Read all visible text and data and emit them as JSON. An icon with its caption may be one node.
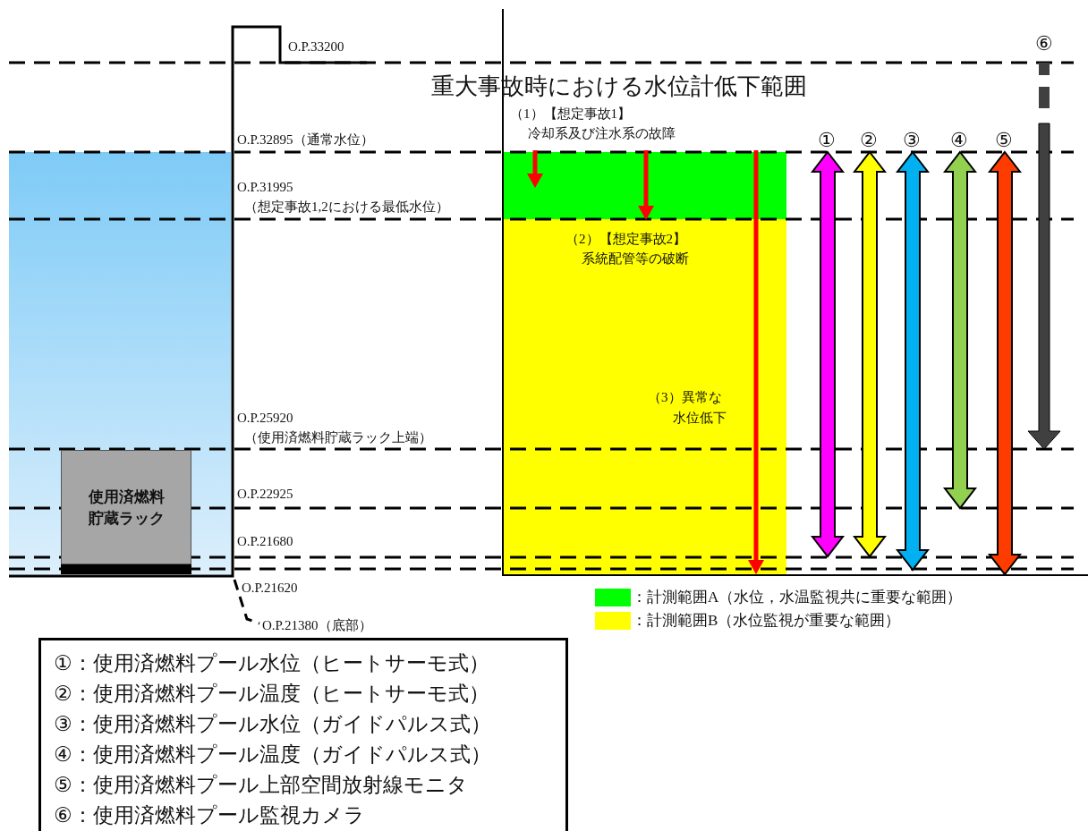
{
  "diagram": {
    "title": "重大事故時における水位計低下範囲",
    "nodes": [
      {
        "text": [
          "使用済燃料貯蔵ラック"
        ]
      },
      {
        "text": [
          "①：使用済燃料プール水位（ヒートサーモ式）",
          "②：使用済燃料プール温度（ヒートサーモ式）",
          "③：使用済燃料プール水位（ガイドパルス式）",
          "④：使用済燃料プール温度（ガイドパルス式）",
          "⑤：使用済燃料プール上部空間放射線モニタ",
          "⑥：使用済燃料プール監視カメラ"
        ]
      }
    ],
    "edges": [],
    "labels": [
      "O.P.33200",
      "⑥",
      "（1）【想定事故1】",
      "冷却系及び注水系の故障",
      "O.P.32895（通常水位）",
      "①",
      "②",
      "③",
      "④",
      "⑤",
      "O.P.31995",
      "（想定事故1,2における最低水位）",
      "（2）【想定事故2】",
      "系統配管等の破断",
      "（3）異常な",
      "水位低下",
      "O.P.25920",
      "（使用済燃料貯蔵ラック上端）",
      "O.P.22925",
      "O.P.21680",
      "O.P.21620",
      "O.P.21380（底部）"
    ],
    "legend": [
      {
        "text": "：計測範囲A（水位，水温監視共に重要な範囲）",
        "color": "#00ff00"
      },
      {
        "text": "：計測範囲B（水位監視が重要な範囲）",
        "color": "#ffff00"
      }
    ]
  }
}
